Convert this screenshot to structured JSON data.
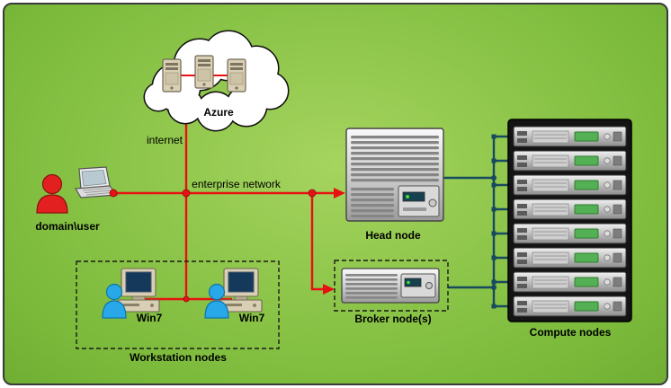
{
  "diagram": {
    "cloud": {
      "label": "Azure"
    },
    "links": {
      "internet_label": "internet",
      "enterprise_label": "enterprise network"
    },
    "user": {
      "label": "domain\\user"
    },
    "nodes": {
      "head": {
        "label": "Head node"
      },
      "broker": {
        "label": "Broker node(s)"
      },
      "compute": {
        "label": "Compute nodes",
        "rack_units": 8
      },
      "workstations": {
        "group_label": "Workstation nodes",
        "items": [
          {
            "label": "Win7"
          },
          {
            "label": "Win7"
          }
        ]
      }
    },
    "colors": {
      "background": "#8cc549",
      "red_link": "#e81111",
      "teal_link": "#174a5e",
      "cloud_fill": "#ffffff",
      "server_beige": "#d8cfb4",
      "person_blue": "#28a8e8",
      "person_red": "#e32020"
    },
    "icons": {
      "cloud": "cloud-icon",
      "azure_servers": "server-tower-icon",
      "user": "person-icon",
      "laptop": "laptop-icon",
      "workstation": "workstation-icon",
      "head_node": "server-front-icon",
      "broker_node": "server-front-icon",
      "compute_rack": "server-rack-icon"
    }
  }
}
